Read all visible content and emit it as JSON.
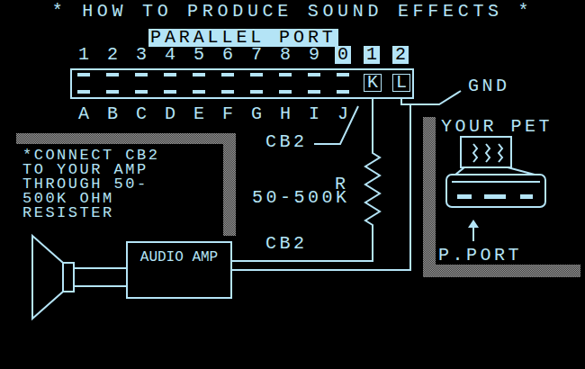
{
  "diagram": {
    "title": "* HOW TO PRODUCE SOUND EFFECTS *",
    "nodes": [
      {
        "text": [
          "PARALLEL PORT",
          "K",
          "L"
        ]
      },
      {
        "text": [
          "AUDIO AMP"
        ]
      },
      {
        "text": [
          "*CONNECT CB2 TO YOUR AMP THROUGH 50- 500K OHM RESISTER"
        ]
      },
      {
        "text": [
          "YOUR PET",
          "P.PORT"
        ]
      }
    ],
    "edges": [
      {
        "from": 0,
        "to": 1,
        "arrow": "none"
      },
      {
        "from": 0,
        "to": 1,
        "arrow": "none"
      }
    ],
    "labels": [
      "1",
      "2",
      "3",
      "4",
      "5",
      "6",
      "7",
      "8",
      "9",
      "0",
      "1",
      "2",
      "A",
      "B",
      "C",
      "D",
      "E",
      "F",
      "G",
      "H",
      "I",
      "J",
      "GND",
      "CB2",
      "R",
      "50-500K",
      "CB2"
    ]
  }
}
